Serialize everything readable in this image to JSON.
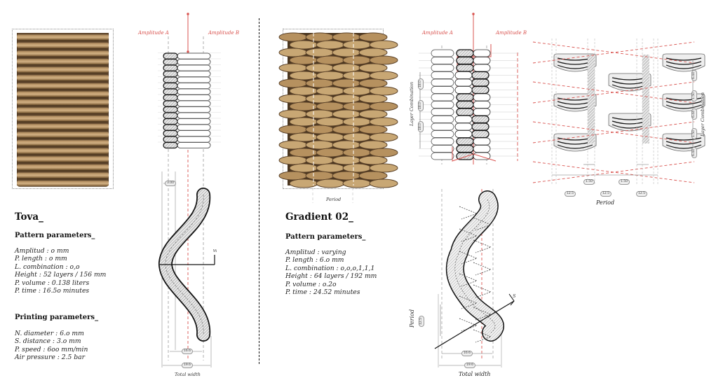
{
  "colors": {
    "accent_red": "#d9534f",
    "ink": "#111111",
    "clay_light": "#c9a878",
    "clay_dark": "#5c4326"
  },
  "panels": [
    {
      "title": "Tova_",
      "photo_alt_icon": "clay-layers-photo",
      "pattern_heading": "Pattern parameters_",
      "pattern_params": [
        "Amplitud : o mm",
        "P. length : o mm",
        "L. combination : o,o",
        "Height : 52 layers / 156 mm",
        "P. volume : 0.138 liters",
        "P. time : 16.5o minutes"
      ],
      "printing_heading": "Printing parameters_",
      "printing_params": [
        "N. diameter : 6.o mm",
        "S. distance : 3.o mm",
        "P. speed : 6oo mm/min",
        "Air pressure : 2.5 bar"
      ],
      "diagram": {
        "amplitude_a": "Amplitude A",
        "amplitude_b": "Amplitude B",
        "dim_top": "3.00",
        "dim_inner": "16.6",
        "dim_total": "19.6",
        "total_label": "Total width",
        "section_label": "S"
      }
    },
    {
      "title": "Gradient 02_",
      "photo_alt_icon": "clay-gradient-photo",
      "photo_caption": "Period",
      "pattern_heading": "Pattern parameters_",
      "pattern_params": [
        "Amplitud : varying",
        "P. length : 6.o  mm",
        "L. combination : o,o,o,1,1,1",
        "Height : 64 layers /  192 mm",
        "P. volume : o.2o",
        "P. time : 24.52 minutes"
      ],
      "diagram": {
        "amplitude_a": "Amplitude A",
        "amplitude_b": "Amplitude B",
        "layer_combination": "Layer Combination",
        "left_dims": [
          "18.0",
          "18.0",
          "18.0"
        ],
        "right_dims": [
          "6.44",
          "1.50",
          "6.44",
          "1.50",
          "6.44"
        ],
        "period_dims": [
          "12.5",
          "12.5",
          "12.5"
        ],
        "small_dims": [
          "1.50",
          "1.50"
        ],
        "period_label": "Period",
        "period_side_label": "Period",
        "period_side_dim": "12.5",
        "dim_inner": "16.6",
        "dim_total": "19.6",
        "total_label": "Total width",
        "section_label": "S"
      }
    }
  ]
}
